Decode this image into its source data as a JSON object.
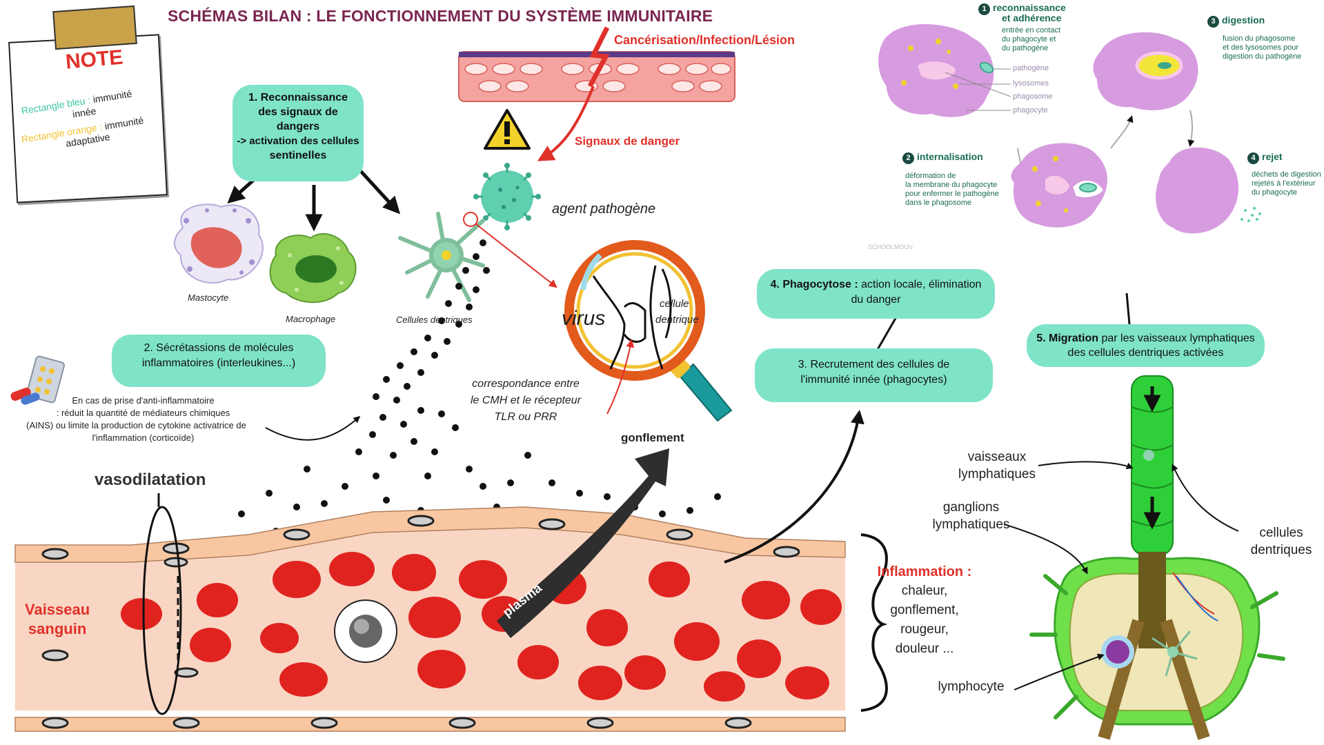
{
  "title": "SCHÉMAS BILAN : LE FONCTIONNEMENT DU SYSTÈME IMMUNITAIRE",
  "note": {
    "title": "NOTE",
    "blue_key": "Rectangle bleu :",
    "blue_val_1": "immunité",
    "blue_val_2": "innée",
    "orange_key": "Rectangle orange :",
    "orange_val_1": "immunité",
    "orange_val_2": "adaptative"
  },
  "danger_source": "Cancérisation/Infection/Lésion",
  "danger_signals": "Signaux de danger",
  "pathogen_label": "agent pathogène",
  "step1": {
    "line1": "1. Reconnaissance",
    "line2": "des signaux de",
    "line3": "dangers",
    "line4": "-> activation des cellules",
    "line5": "sentinelles"
  },
  "cells": {
    "mastocyte": "Mastocyte",
    "macrophage": "Macrophage",
    "dendritic": "Cellules dentriques"
  },
  "step2": {
    "line1": "2. Sécrétassions de molécules",
    "line2": "inflammatoires (interleukines...)"
  },
  "drug_note": {
    "line1": "En cas de prise d'anti-inflammatoire",
    "line2": ": réduit la quantité de médiateurs chimiques",
    "line3": "(AINS) ou limite la production de cytokine activatrice de",
    "line4": "l'inflammation (corticoïde)"
  },
  "magnifier": {
    "virus": "virus",
    "cell_1": "cellule",
    "cell_2": "dentrique"
  },
  "cmh": {
    "line1": "correspondance entre",
    "line2": "le CMH et le récepteur",
    "line3": "TLR ou PRR"
  },
  "swelling": "gonflement",
  "vasodilatation": "vasodilatation",
  "vessel": {
    "line1": "Vaisseau",
    "line2": "sanguin"
  },
  "plasma": "plasma",
  "inflammation": {
    "title": "Inflammation :",
    "l1": "chaleur,",
    "l2": "gonflement,",
    "l3": "rougeur,",
    "l4": "douleur ..."
  },
  "step4": {
    "bold": "4. Phagocytose :",
    "rest": " action locale, élimination",
    "line2": "du danger"
  },
  "step3": {
    "line1": "3. Recrutement des cellules de",
    "line2": "l'immunité innée (phagocytes)"
  },
  "step5": {
    "bold": "5. Migration",
    "rest": " par les vaisseaux lymphatiques",
    "line2": "des cellules dentriques activées"
  },
  "phago": {
    "s1_title_1": "reconnaissance",
    "s1_title_2": "et adhérence",
    "s1_desc_1": "entrée en contact",
    "s1_desc_2": "du phagocyte et",
    "s1_desc_3": "du pathogène",
    "legend_pathogene": "pathogène",
    "legend_lysosomes": "lysosomes",
    "legend_phagosome": "phagosome",
    "legend_phagocyte": "phagocyte",
    "s2_title": "internalisation",
    "s2_desc_1": "déformation de",
    "s2_desc_2": "la membrane du phagocyte",
    "s2_desc_3": "pour enfermer le pathogène",
    "s2_desc_4": "dans le phagosome",
    "s3_title": "digestion",
    "s3_desc_1": "fusion du phagosome",
    "s3_desc_2": "et des lysosomes pour",
    "s3_desc_3": "digestion du pathogène",
    "s4_title": "rejet",
    "s4_desc_1": "déchets de digestion",
    "s4_desc_2": "rejetés à l'extérieur",
    "s4_desc_3": "du phagocyte",
    "n1": "1",
    "n2": "2",
    "n3": "3",
    "n4": "4",
    "watermark": "SCHOOLMOUV"
  },
  "lymph": {
    "vessels_1": "vaisseaux",
    "vessels_2": "lymphatiques",
    "ganglions_1": "ganglions",
    "ganglions_2": "lymphatiques",
    "dendritic_1": "cellules",
    "dendritic_2": "dentriques",
    "lymphocyte": "lymphocyte"
  },
  "colors": {
    "teal_pill": "#7fe3c8",
    "title": "#7a2550",
    "danger": "#e0302a",
    "rbc": "#e0231f"
  }
}
